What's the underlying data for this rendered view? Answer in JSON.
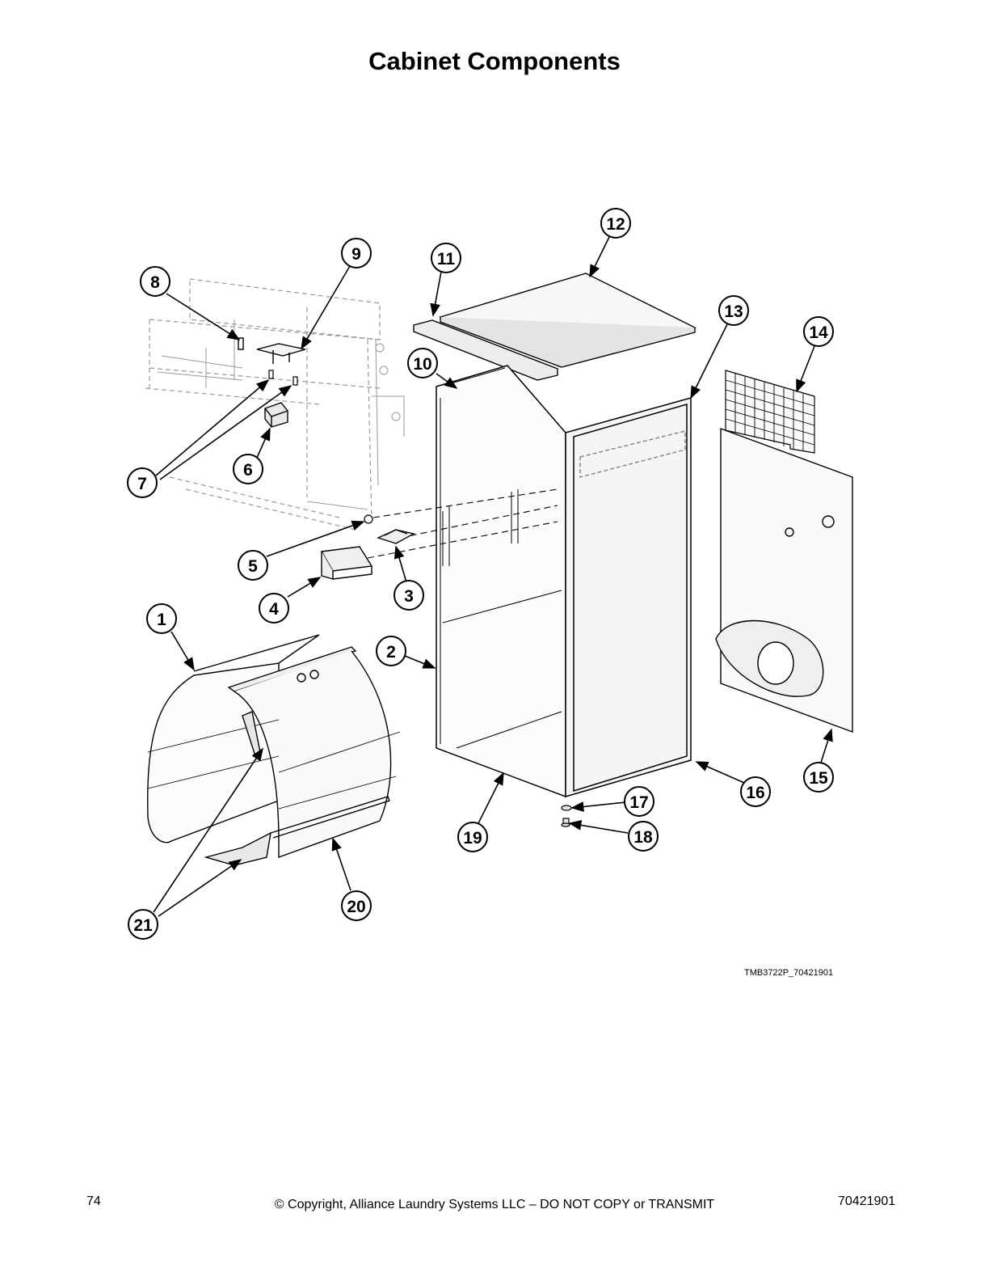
{
  "page": {
    "title": "Cabinet Components",
    "figure_code": "TMB3722P_70421901",
    "page_number": "74",
    "copyright": "© Copyright, Alliance Laundry Systems LLC – DO NOT COPY or TRANSMIT",
    "document_number": "70421901"
  },
  "callouts": [
    "1",
    "2",
    "3",
    "4",
    "5",
    "6",
    "7",
    "8",
    "9",
    "10",
    "11",
    "12",
    "13",
    "14",
    "15",
    "16",
    "17",
    "18",
    "19",
    "20",
    "21"
  ]
}
